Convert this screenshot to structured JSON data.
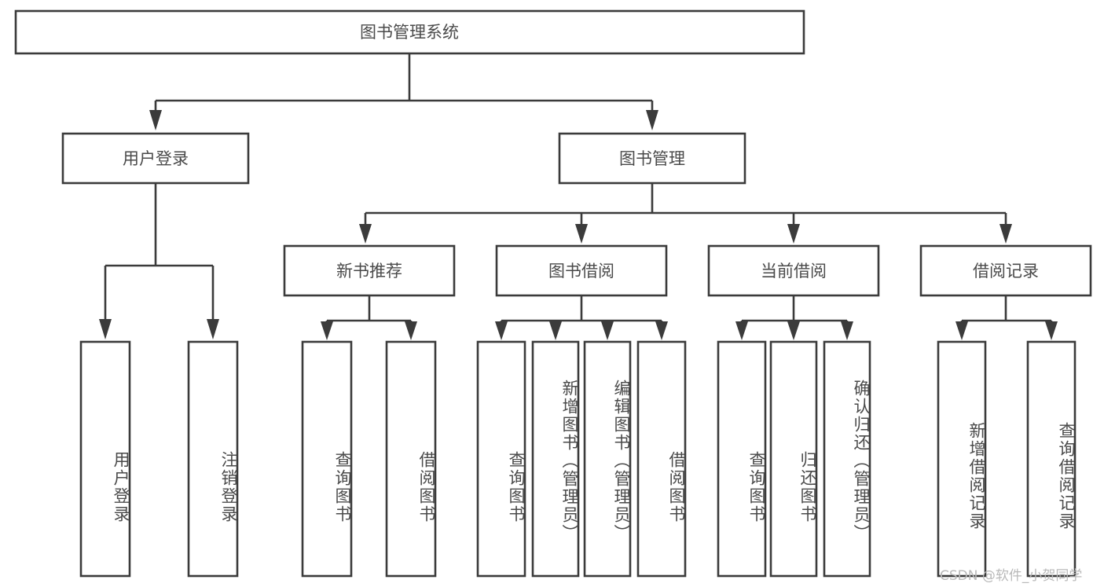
{
  "diagram": {
    "type": "tree-hierarchy",
    "title": "图书管理系统",
    "root": {
      "id": "root",
      "label": "图书管理系统",
      "orientation": "horizontal"
    },
    "level2": [
      {
        "id": "user-login",
        "label": "用户登录",
        "orientation": "horizontal"
      },
      {
        "id": "book-management",
        "label": "图书管理",
        "orientation": "horizontal"
      }
    ],
    "level3": [
      {
        "id": "new-book-recommend",
        "label": "新书推荐",
        "orientation": "horizontal",
        "parent": "book-management"
      },
      {
        "id": "book-borrow",
        "label": "图书借阅",
        "orientation": "horizontal",
        "parent": "book-management"
      },
      {
        "id": "current-borrow",
        "label": "当前借阅",
        "orientation": "horizontal",
        "parent": "book-management"
      },
      {
        "id": "borrow-record",
        "label": "借阅记录",
        "orientation": "horizontal",
        "parent": "book-management"
      }
    ],
    "leaves": [
      {
        "id": "leaf-user-login",
        "label": "用户登录",
        "parent": "user-login",
        "orientation": "vertical"
      },
      {
        "id": "leaf-user-logout",
        "label": "注销登录",
        "parent": "user-login",
        "orientation": "vertical"
      },
      {
        "id": "leaf-query-book-1",
        "label": "查询图书",
        "parent": "new-book-recommend",
        "orientation": "vertical"
      },
      {
        "id": "leaf-borrow-book-1",
        "label": "借阅图书",
        "parent": "new-book-recommend",
        "orientation": "vertical"
      },
      {
        "id": "leaf-query-book-2",
        "label": "查询图书",
        "parent": "book-borrow",
        "orientation": "vertical"
      },
      {
        "id": "leaf-add-book",
        "label": "新增图书（管理员）",
        "parent": "book-borrow",
        "orientation": "vertical"
      },
      {
        "id": "leaf-edit-book",
        "label": "编辑图书（管理员）",
        "parent": "book-borrow",
        "orientation": "vertical"
      },
      {
        "id": "leaf-borrow-book-2",
        "label": "借阅图书",
        "parent": "book-borrow",
        "orientation": "vertical"
      },
      {
        "id": "leaf-query-book-3",
        "label": "查询图书",
        "parent": "current-borrow",
        "orientation": "vertical"
      },
      {
        "id": "leaf-return-book",
        "label": "归还图书",
        "parent": "current-borrow",
        "orientation": "vertical"
      },
      {
        "id": "leaf-confirm-return",
        "label": "确认归还（管理员）",
        "parent": "current-borrow",
        "orientation": "vertical"
      },
      {
        "id": "leaf-add-record",
        "label": "新增借阅记录",
        "parent": "borrow-record",
        "orientation": "vertical"
      },
      {
        "id": "leaf-query-record",
        "label": "查询借阅记录",
        "parent": "borrow-record",
        "orientation": "vertical"
      }
    ],
    "colors": {
      "background": "#ffffff",
      "box_fill": "#ffffff",
      "box_stroke": "#3b3b3b",
      "text": "#4a4a4a",
      "connector": "#3b3b3b",
      "watermark": "#b9b9b9"
    }
  },
  "watermark": {
    "text": "CSDN @软件_小贺同学"
  }
}
